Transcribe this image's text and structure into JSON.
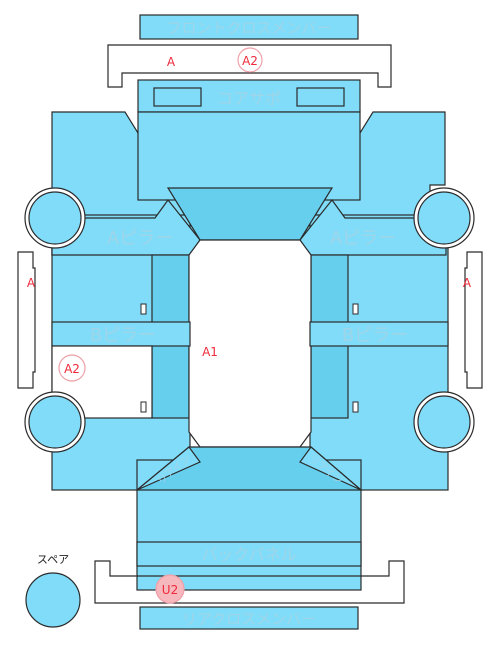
{
  "parts": {
    "front_cross_member": "フロントクロスメンバー",
    "core_support": "コアサポ",
    "a_pillar": "Aピラー",
    "b_pillar": "Bピラー",
    "back_panel": "バックパネル",
    "rear_cross_member": "リアクロスメンバー",
    "rear_inner_left": "リアイン",
    "rear_inner_right": "リアイン",
    "spare": "スペア"
  },
  "marks": {
    "front_a": "A",
    "front_a2": "A2",
    "left_a": "A",
    "right_a": "A",
    "center_a1": "A1",
    "left_a2": "A2",
    "rear_u2": "U2"
  },
  "colors": {
    "panel": "#80dcf9",
    "panel_dark": "#66cfee",
    "label": "#9fd5e8",
    "mark": "#ee2a3a",
    "circle_mark_fill": "#f6b7bd"
  }
}
